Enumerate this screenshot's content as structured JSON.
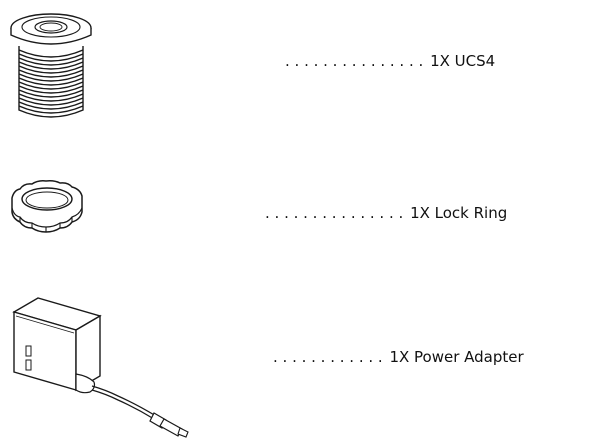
{
  "items": [
    {
      "leader": ". . . . . . . . . . . . . . .",
      "label": "1X UCS4",
      "icon": "ucs4-device-icon"
    },
    {
      "leader": ". . . . . . . . . . . . . . .",
      "label": "1X Lock Ring",
      "icon": "lock-ring-icon"
    },
    {
      "leader": ". . . . . . . . . . . .",
      "label": "1X Power Adapter",
      "icon": "power-adapter-icon"
    }
  ]
}
